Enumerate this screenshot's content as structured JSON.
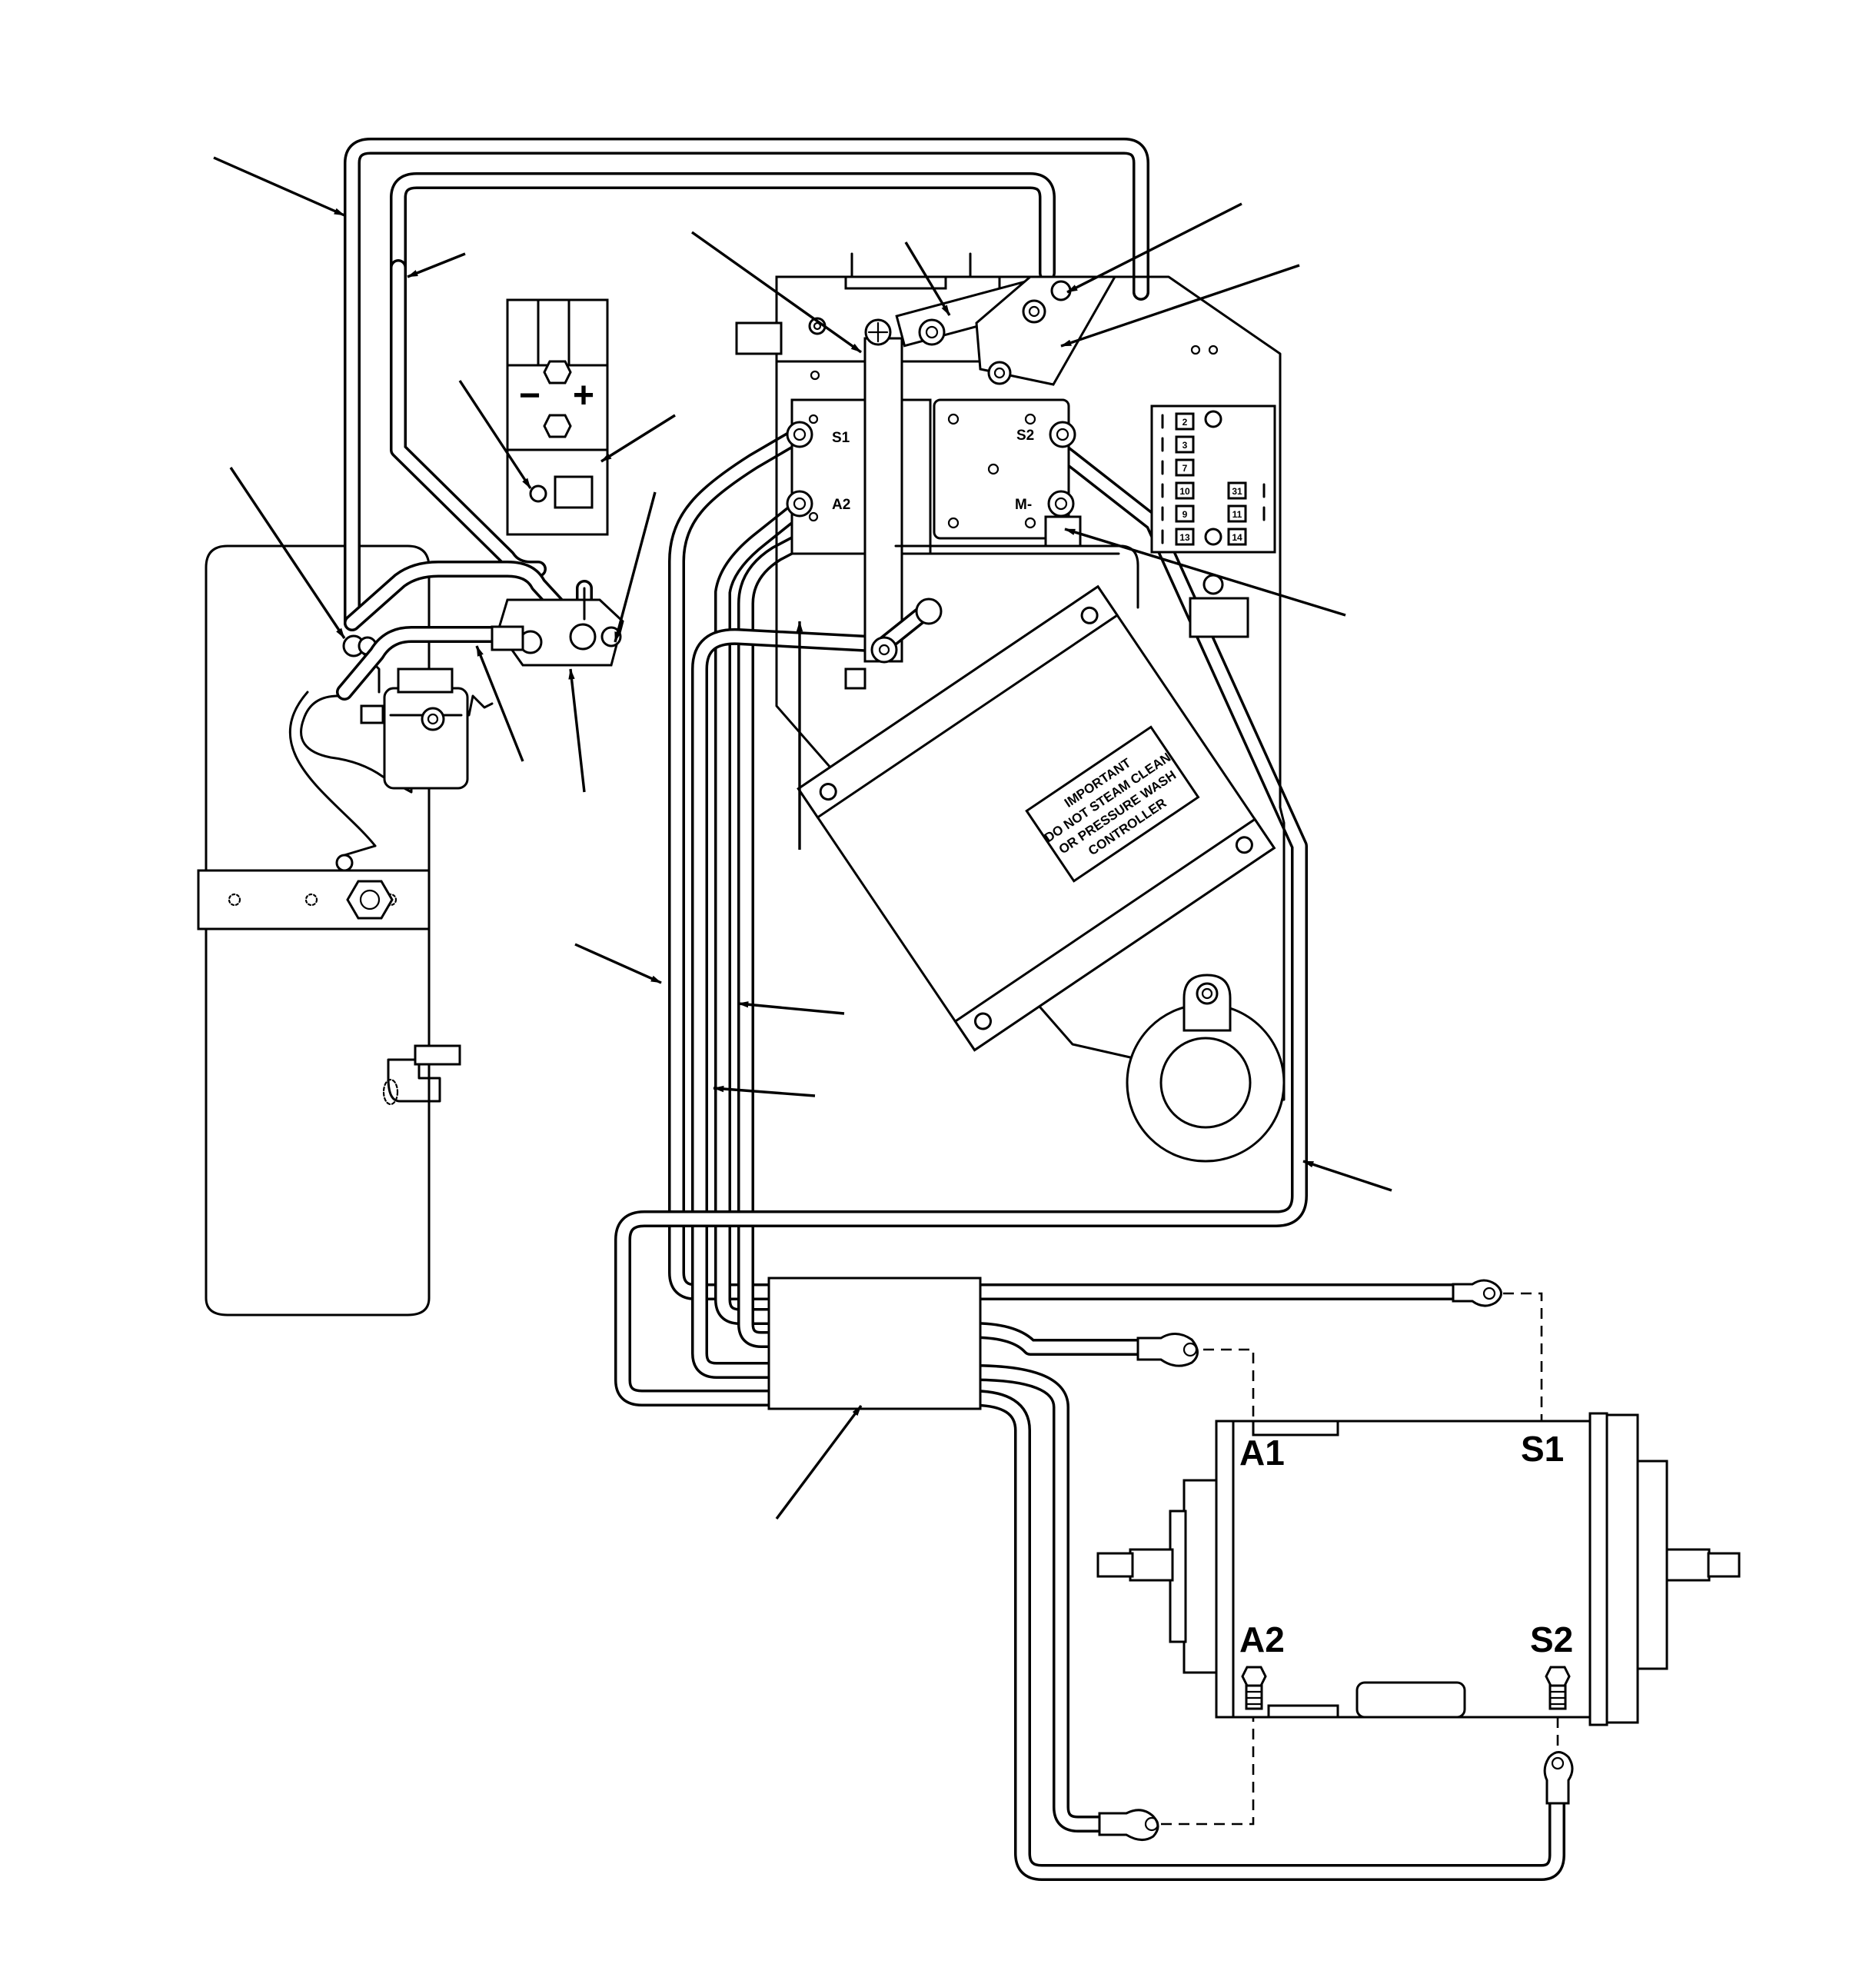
{
  "motor_terminals": {
    "a1": "A1",
    "s1": "S1",
    "a2": "A2",
    "s2": "S2"
  },
  "controller_terminals": {
    "s1": "S1",
    "s2": "S2",
    "a2": "A2",
    "m_minus": "M-"
  },
  "fuse_block_numbers": [
    "2",
    "3",
    "7",
    "10",
    "31",
    "9",
    "11",
    "13",
    "14"
  ],
  "warning_label": {
    "line1": "IMPORTANT",
    "line2": "DO NOT STEAM CLEAN",
    "line3": "OR PRESSURE WASH",
    "line4": "CONTROLLER"
  },
  "solenoid_symbols": {
    "minus": "−",
    "plus": "+"
  }
}
